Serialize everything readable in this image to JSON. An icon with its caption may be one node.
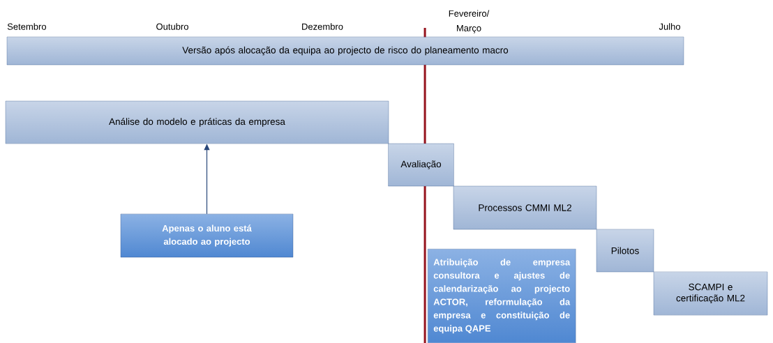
{
  "diagram": {
    "nodes": [
      {
        "text": [
          "Versão após alocação da equipa ao projecto de risco do planeamento macro"
        ]
      },
      {
        "text": [
          "Análise do modelo e práticas da empresa"
        ]
      },
      {
        "text": [
          "Avaliação"
        ]
      },
      {
        "text": [
          "Processos CMMI ML2"
        ]
      },
      {
        "text": [
          "Pilotos"
        ]
      },
      {
        "text": [
          "SCAMPI e certificação ML2"
        ]
      },
      {
        "text": [
          "Apenas o aluno está alocado ao projecto"
        ]
      },
      {
        "text": [
          "Atribuição de empresa consultora e ajustes de calendarização ao projecto ACTOR, reformulação da empresa e constituição de equipa QAPE"
        ]
      }
    ],
    "edges": [
      {
        "from": 6,
        "to": 1,
        "arrow": "to"
      }
    ],
    "labels": [
      "Setembro",
      "Outubro",
      "Dezembro",
      "Fevereiro/ Março",
      "Julho"
    ]
  }
}
